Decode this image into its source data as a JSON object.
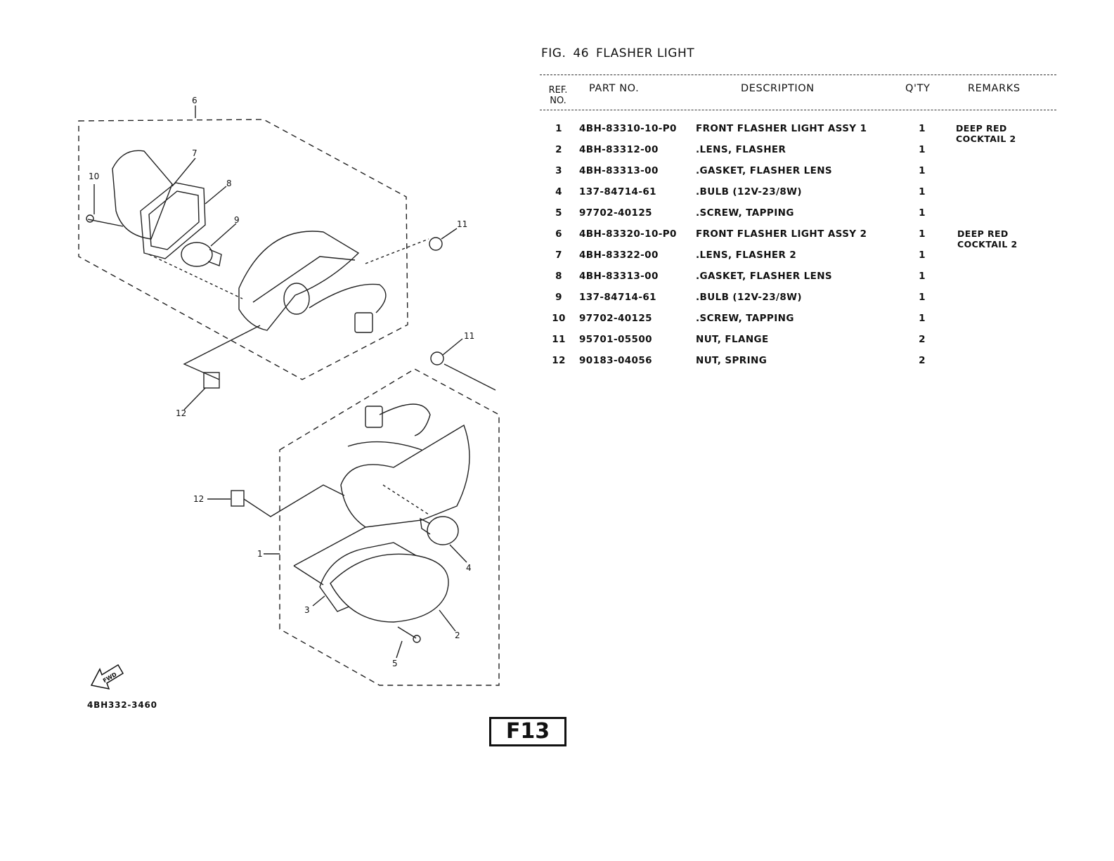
{
  "figure": {
    "number_label": "FIG.",
    "number": "46",
    "title": "FLASHER LIGHT"
  },
  "table": {
    "headers": {
      "ref_no": "REF. NO.",
      "part_no": "PART NO.",
      "description": "DESCRIPTION",
      "qty": "Q'TY",
      "remarks": "REMARKS"
    },
    "rows": [
      {
        "ref": "1",
        "part": "4BH-83310-10-P0",
        "desc": "FRONT FLASHER LIGHT ASSY 1",
        "qty": "1",
        "remarks": "DEEP RED\nCOCKTAIL 2"
      },
      {
        "ref": "2",
        "part": "4BH-83312-00",
        "desc": ".LENS, FLASHER",
        "qty": "1",
        "remarks": ""
      },
      {
        "ref": "3",
        "part": "4BH-83313-00",
        "desc": ".GASKET, FLASHER LENS",
        "qty": "1",
        "remarks": ""
      },
      {
        "ref": "4",
        "part": "137-84714-61",
        "desc": ".BULB (12V-23/8W)",
        "qty": "1",
        "remarks": ""
      },
      {
        "ref": "5",
        "part": "97702-40125",
        "desc": ".SCREW, TAPPING",
        "qty": "1",
        "remarks": ""
      },
      {
        "ref": "6",
        "part": "4BH-83320-10-P0",
        "desc": "FRONT FLASHER LIGHT ASSY 2",
        "qty": "1",
        "remarks": "DEEP RED\nCOCKTAIL 2"
      },
      {
        "ref": "7",
        "part": "4BH-83322-00",
        "desc": ".LENS, FLASHER 2",
        "qty": "1",
        "remarks": ""
      },
      {
        "ref": "8",
        "part": "4BH-83313-00",
        "desc": ".GASKET, FLASHER LENS",
        "qty": "1",
        "remarks": ""
      },
      {
        "ref": "9",
        "part": "137-84714-61",
        "desc": ".BULB (12V-23/8W)",
        "qty": "1",
        "remarks": ""
      },
      {
        "ref": "10",
        "part": "97702-40125",
        "desc": ".SCREW, TAPPING",
        "qty": "1",
        "remarks": ""
      },
      {
        "ref": "11",
        "part": "95701-05500",
        "desc": "NUT, FLANGE",
        "qty": "2",
        "remarks": ""
      },
      {
        "ref": "12",
        "part": "90183-04056",
        "desc": "NUT, SPRING",
        "qty": "2",
        "remarks": ""
      }
    ]
  },
  "diagram": {
    "callouts": [
      "1",
      "2",
      "3",
      "4",
      "5",
      "6",
      "7",
      "8",
      "9",
      "10",
      "11",
      "11",
      "12",
      "12"
    ],
    "fwd_label": "FWD",
    "catalog_code": "4BH332-3460"
  },
  "page_badge": "F13"
}
